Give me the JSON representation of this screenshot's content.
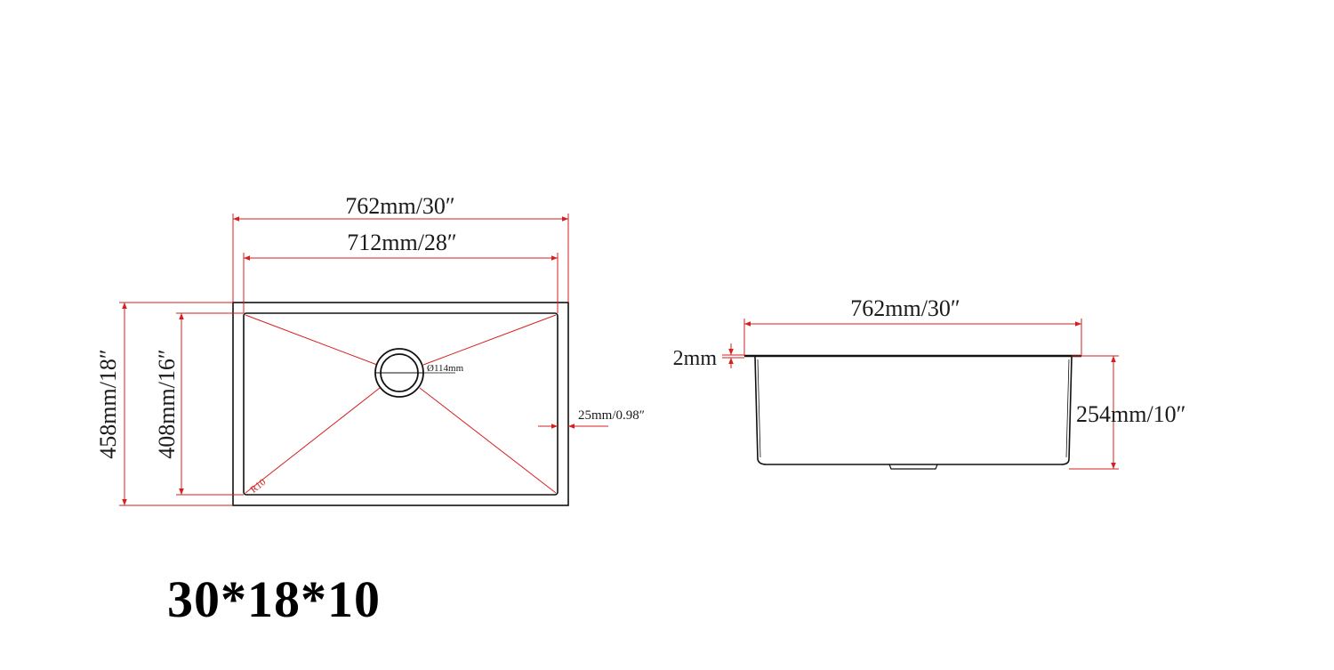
{
  "top_view": {
    "overall_width": "762mm/30″",
    "inner_width": "712mm/28″",
    "overall_depth": "458mm/18″",
    "inner_depth": "408mm/16″",
    "drain_diameter": "Ø114mm",
    "rim_width": "25mm/0.98″",
    "corner_radius": "R10"
  },
  "side_view": {
    "overall_width": "762mm/30″",
    "thickness": "2mm",
    "bowl_depth": "254mm/10″"
  },
  "model_size": "30*18*10",
  "colors": {
    "dimension_line": "#d61f1f",
    "outline": "#111111"
  }
}
